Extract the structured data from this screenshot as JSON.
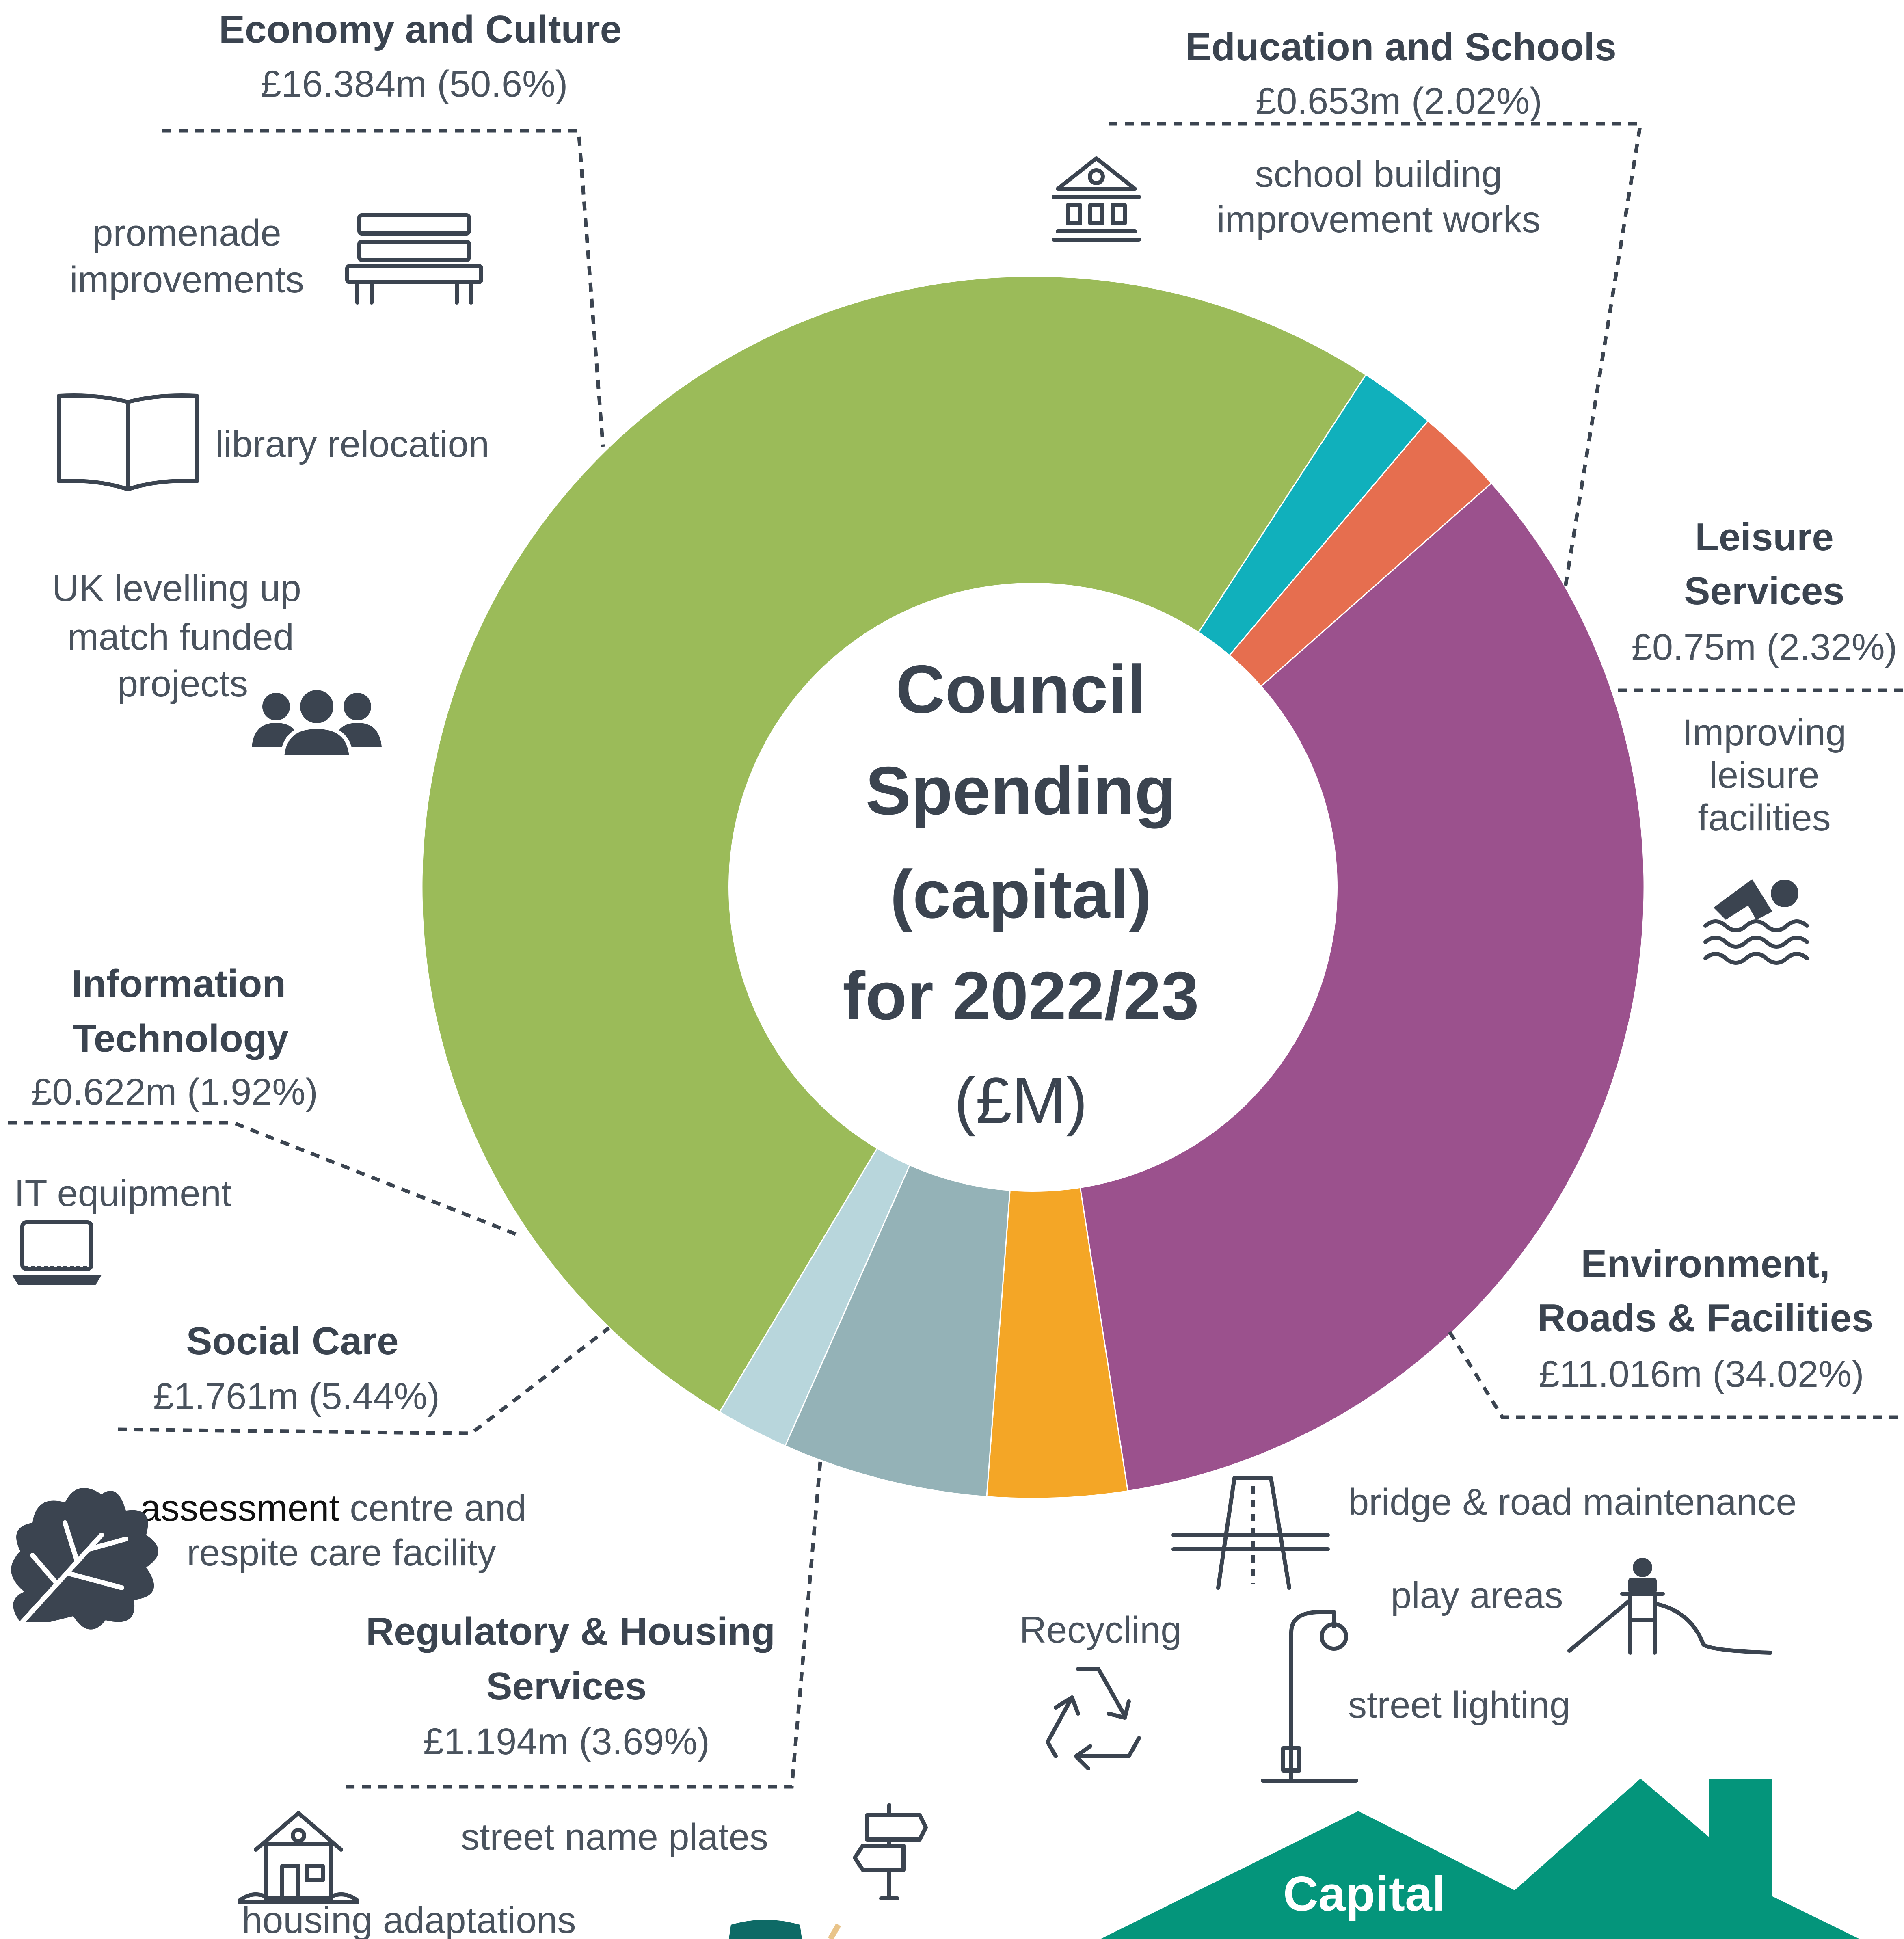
{
  "chart_data": {
    "type": "pie",
    "donut": true,
    "title_lines": [
      "Council",
      "Spending",
      "(capital)",
      "for 2022/23"
    ],
    "unit": "(£M)",
    "slices": [
      {
        "name": "Economy and Culture",
        "value": 16.384,
        "value_label": "£16.384m (50.6%)",
        "color": "#9bbb59"
      },
      {
        "name": "Education and Schools",
        "value": 0.653,
        "value_label": "£0.653m (2.02%)",
        "color": "#10b0bc"
      },
      {
        "name": "Leisure Services",
        "value": 0.75,
        "value_label": "£0.75m (2.32%)",
        "color": "#e66e4f"
      },
      {
        "name": "Environment, Roads & Facilities",
        "value": 11.016,
        "value_label": "£11.016m (34.02%)",
        "color": "#9b518d"
      },
      {
        "name": "Regulatory & Housing Services",
        "value": 1.194,
        "value_label": "£1.194m (3.69%)",
        "color": "#f4a626"
      },
      {
        "name": "Social Care",
        "value": 1.761,
        "value_label": "£1.761m (5.44%)",
        "color": "#94b2b7"
      },
      {
        "name": "Information Technology",
        "value": 0.622,
        "value_label": "£0.622m (1.92%)",
        "color": "#b8d6dc"
      }
    ]
  },
  "labels": {
    "economy": {
      "l1": "Economy and Culture",
      "value": "£16.384m (50.6%)"
    },
    "education": {
      "l1": "Education and Schools",
      "value": "£0.653m (2.02%)"
    },
    "leisure": {
      "l1": "Leisure",
      "l2": "Services",
      "value": "£0.75m (2.32%)"
    },
    "it": {
      "l1": "Information",
      "l2": "Technology",
      "value": "£0.622m (1.92%)"
    },
    "social": {
      "l1": "Social Care",
      "value": "£1.761m (5.44%)"
    },
    "environment": {
      "l1": "Environment,",
      "l2": "Roads & Facilities",
      "value": "£11.016m (34.02%)"
    },
    "regulatory": {
      "l1": "Regulatory & Housing",
      "l2": "Services",
      "value": "£1.194m (3.69%)"
    }
  },
  "items": {
    "promenade": [
      "promenade",
      "improvements"
    ],
    "library": "library relocation",
    "levelling": [
      "UK levelling up",
      "match funded",
      "projects"
    ],
    "school": [
      "school building",
      "improvement works"
    ],
    "leisure_fac": [
      "Improving",
      "leisure",
      "facilities"
    ],
    "it_equipment": "IT equipment",
    "assessment": {
      "a": "assessment",
      "b": " centre and",
      "l2": "respite care facility"
    },
    "bridge": "bridge & road maintenance",
    "play": "play areas",
    "recycling": "Recycling",
    "street_lighting": "street lighting",
    "street_name": "street name plates",
    "housing": "housing adaptations"
  },
  "house": {
    "text": "Capital",
    "color": "#04957b"
  },
  "icons": [
    "bench-icon",
    "book-icon",
    "people-icon",
    "school-icon",
    "swimmer-icon",
    "laptop-icon",
    "leaf-icon",
    "road-icon",
    "playground-icon",
    "streetlight-icon",
    "recycle-icon",
    "signpost-icon",
    "house-icon"
  ]
}
